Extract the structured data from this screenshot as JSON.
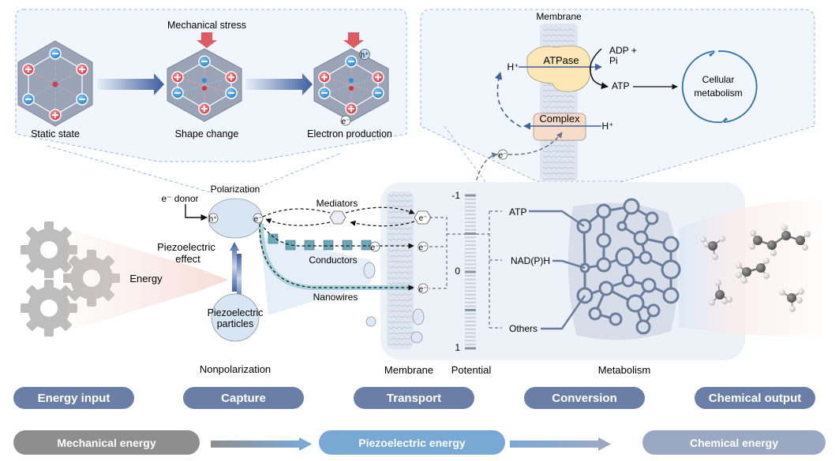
{
  "panels": {
    "piezo_zoom": {
      "stress_label": "Mechanical stress",
      "states": [
        {
          "label": "Static state"
        },
        {
          "label": "Shape change"
        },
        {
          "label": "Electron production"
        }
      ],
      "hole_label": "h⁺",
      "electron_label": "e⁻"
    },
    "membrane_zoom": {
      "membrane_label": "Membrane",
      "atpase_label": "ATPase",
      "complex_label": "Complex",
      "proton_label_left": "H⁺",
      "proton_label_right": "H⁺",
      "adp_label_1": "ADP +",
      "adp_label_2": "Pi",
      "atp_label": "ATP",
      "cycle_label_1": "Cellular",
      "cycle_label_2": "metabolism",
      "electron_label": "e⁻"
    }
  },
  "capture": {
    "polarization_label": "Polarization",
    "donor_label": "e⁻ donor",
    "hole_label": "h⁺",
    "electron_label": "e⁻",
    "effect_label_1": "Piezoelectric",
    "effect_label_2": "effect",
    "particle_label_1": "Piezoelectric",
    "particle_label_2": "particles",
    "nonpolarization_label": "Nonpolarization",
    "energy_label": "Energy"
  },
  "transport": {
    "mediators_label": "Mediators",
    "conductors_label": "Conductors",
    "nanowires_label": "Nanowires",
    "electron_label": "e⁻",
    "membrane_label": "Membrane",
    "potential_label": "Potential",
    "potential_ticks": [
      "-1",
      "0",
      "1"
    ]
  },
  "conversion": {
    "outputs": [
      "ATP",
      "NAD(P)H",
      "Others"
    ],
    "metabolism_label": "Metabolism"
  },
  "stages": [
    "Energy input",
    "Capture",
    "Transport",
    "Conversion",
    "Chemical output"
  ],
  "energy_forms": [
    {
      "label": "Mechanical energy",
      "color": "#8e8e8e"
    },
    {
      "label": "Piezoelectric energy",
      "color": "#7aa8d4"
    },
    {
      "label": "Chemical energy",
      "color": "#9aa8c4"
    }
  ],
  "colors": {
    "stage_pill": "#6b7fa6",
    "positive": "#e0434e",
    "negative": "#2f8fd8",
    "arrow_blue": "#3f5f9f",
    "network": "#6b7d9c",
    "stress_arrow": "#e05a66"
  }
}
